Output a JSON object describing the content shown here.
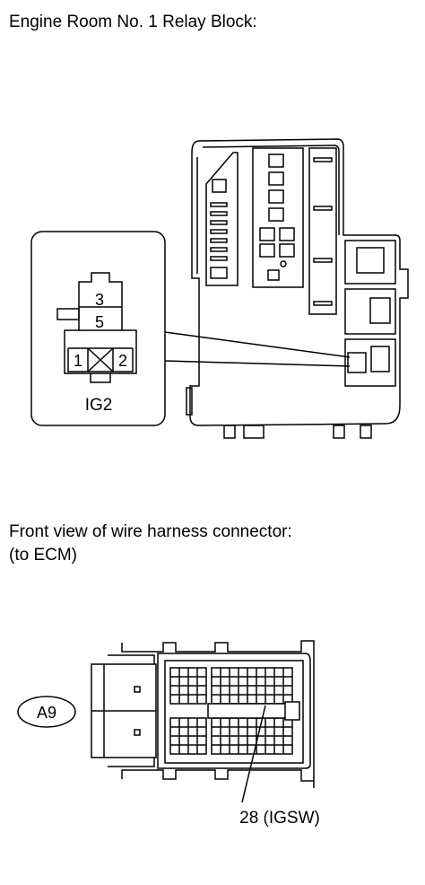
{
  "relay_block": {
    "heading": "Engine Room No. 1 Relay Block:",
    "relay_label": "IG2",
    "pins": {
      "p1": "1",
      "p2": "2",
      "p3": "3",
      "p5": "5"
    }
  },
  "connector": {
    "heading_line1": "Front view of wire harness connector:",
    "heading_line2": "(to ECM)",
    "code": "A9",
    "pin_callout": "28 (IGSW)"
  }
}
